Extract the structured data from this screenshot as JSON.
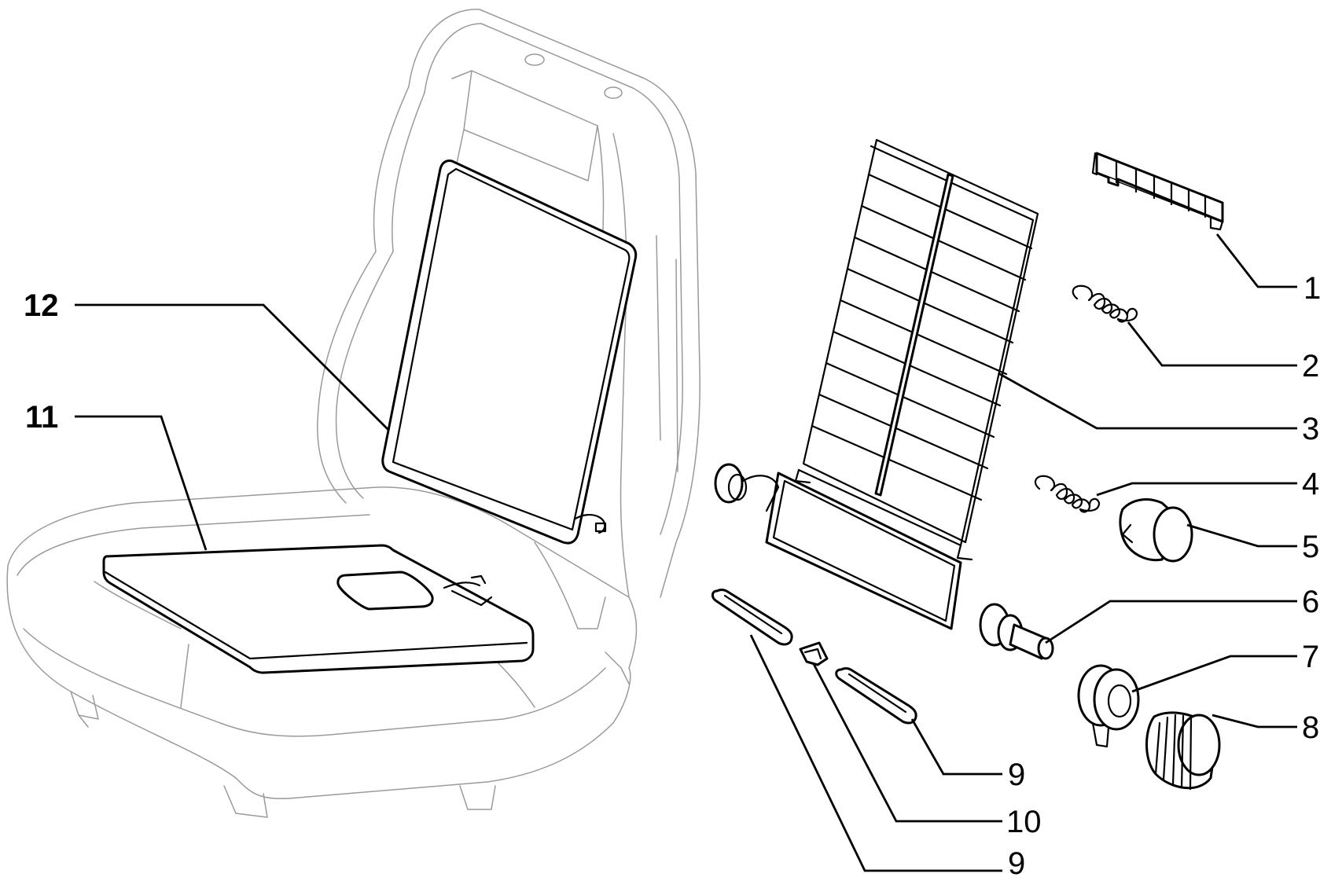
{
  "diagram": {
    "line_color": "#000000",
    "ghost_color": "#9a9a9a",
    "background": "#ffffff",
    "callouts": {
      "c1": "1",
      "c2": "2",
      "c3": "3",
      "c4": "4",
      "c5": "5",
      "c6": "6",
      "c7": "7",
      "c8": "8",
      "c9a": "9",
      "c10": "10",
      "c9b": "9",
      "c11": "11",
      "c12": "12"
    }
  }
}
